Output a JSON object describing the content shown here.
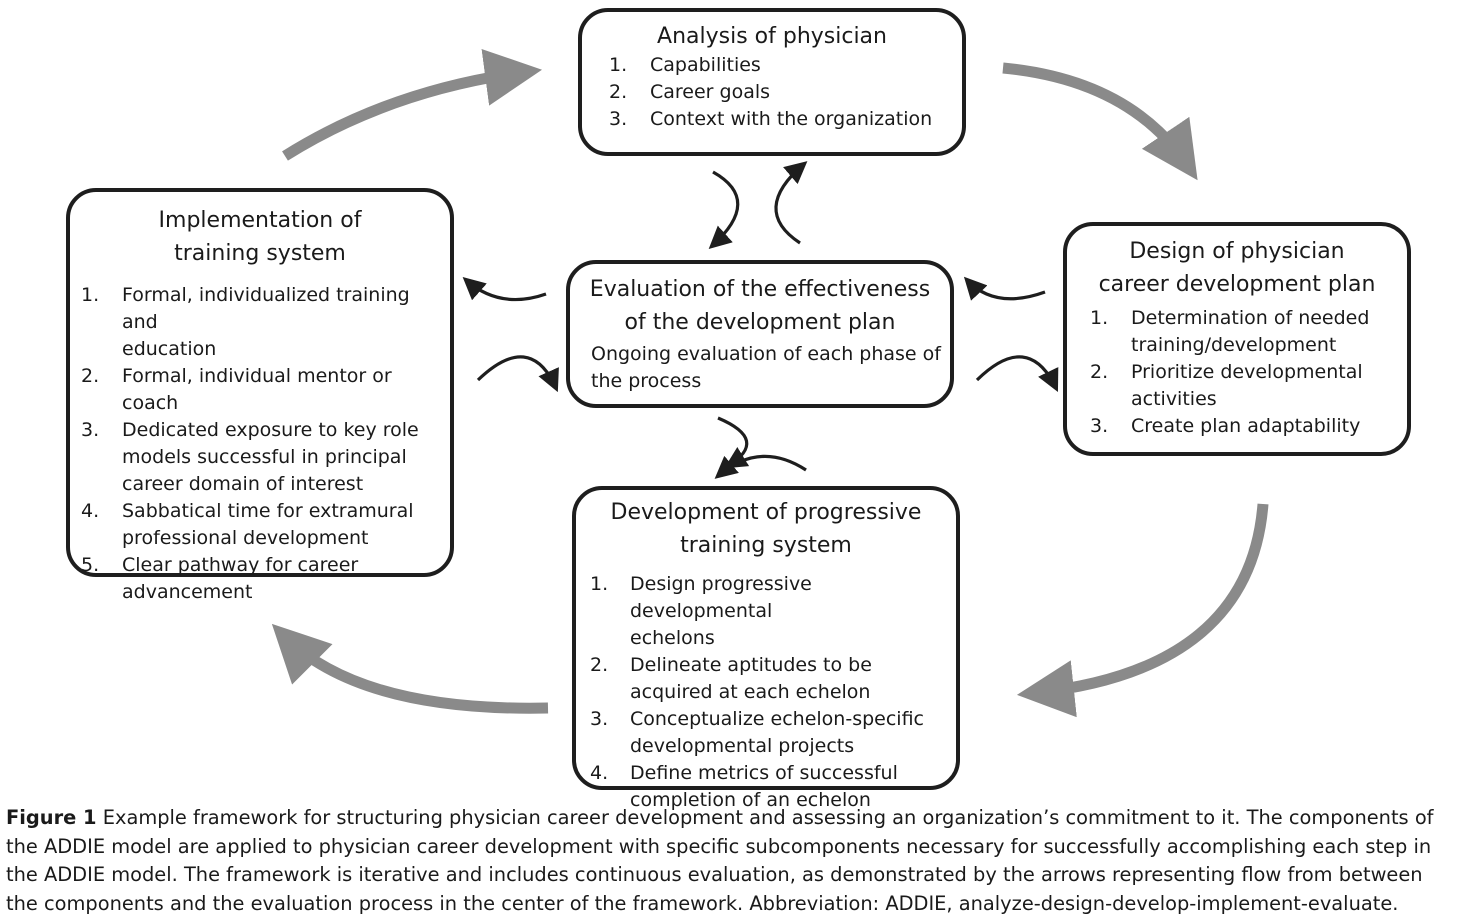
{
  "analysis": {
    "title": "Analysis of physician",
    "items": [
      {
        "num": "1.",
        "text": "Capabilities"
      },
      {
        "num": "2.",
        "text": "Career goals"
      },
      {
        "num": "3.",
        "text": "Context with the organization"
      }
    ]
  },
  "design": {
    "title_lines": [
      "Design of physician",
      "career development plan"
    ],
    "items": [
      {
        "num": "1.",
        "lines": [
          "Determination of needed",
          "training/development"
        ]
      },
      {
        "num": "2.",
        "lines": [
          "Prioritize developmental",
          "activities"
        ]
      },
      {
        "num": "3.",
        "lines": [
          "Create plan adaptability"
        ]
      }
    ]
  },
  "evaluation": {
    "title_lines": [
      "Evaluation of the effectiveness",
      "of the development plan"
    ],
    "desc_lines": [
      "Ongoing evaluation of each phase of",
      "the process"
    ]
  },
  "implementation": {
    "title_lines": [
      "Implementation of",
      "training system"
    ],
    "items": [
      {
        "num": "1.",
        "lines": [
          "Formal, individualized training and",
          "education"
        ]
      },
      {
        "num": "2.",
        "lines": [
          "Formal, individual mentor or coach"
        ]
      },
      {
        "num": "3.",
        "lines": [
          "Dedicated exposure to key role",
          "models successful in principal",
          "career domain of interest"
        ]
      },
      {
        "num": "4.",
        "lines": [
          "Sabbatical time for extramural",
          "professional development"
        ]
      },
      {
        "num": "5.",
        "lines": [
          "Clear pathway for career",
          "advancement"
        ]
      }
    ]
  },
  "development": {
    "title_lines": [
      "Development of progressive",
      "training system"
    ],
    "items": [
      {
        "num": "1.",
        "lines": [
          "Design progressive developmental",
          "echelons"
        ]
      },
      {
        "num": "2.",
        "lines": [
          "Delineate aptitudes to be",
          "acquired at each echelon"
        ]
      },
      {
        "num": "3.",
        "lines": [
          "Conceptualize echelon-specific",
          "developmental projects"
        ]
      },
      {
        "num": "4.",
        "lines": [
          "Define metrics of successful",
          "completion of an echelon"
        ]
      }
    ]
  },
  "caption": {
    "label": "Figure 1",
    "text": " Example framework for structuring physician career development and assessing an organization’s commitment to it. The components of the ADDIE model are applied to physician career development with specific subcomponents necessary for successfully accomplishing each step in the ADDIE model. The framework is iterative and includes continuous evaluation, as demonstrated by the arrows representing flow from between the components and the evaluation process in the center of the framework. Abbreviation: ADDIE, analyze-design-develop-implement-evaluate."
  },
  "colors": {
    "cycle_arrow": "#8a8a8a",
    "border": "#1e1e1e",
    "feedback_arrow": "#1e1e1e"
  }
}
